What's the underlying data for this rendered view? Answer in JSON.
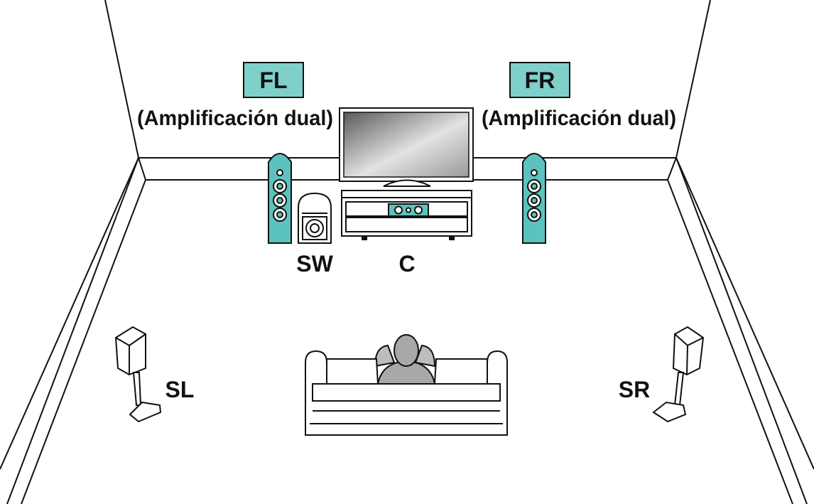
{
  "labels": {
    "fl": "FL",
    "fr": "FR",
    "fl_sub": "(Amplificación dual)",
    "fr_sub": "(Amplificación dual)",
    "sw": "SW",
    "c": "C",
    "sl": "SL",
    "sr": "SR"
  },
  "colors": {
    "badge": "#7fcfca",
    "speaker_accent": "#5cc2bd",
    "person": "#a8a8a8",
    "line": "#111111"
  }
}
